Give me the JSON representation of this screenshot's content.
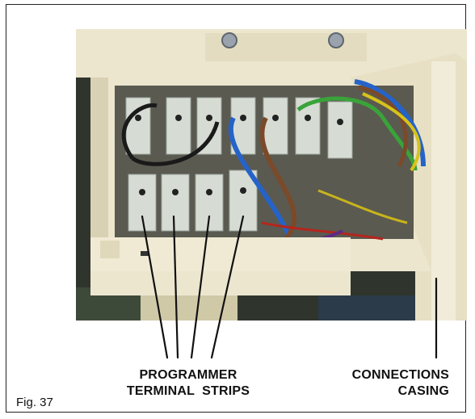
{
  "figure": {
    "caption": "Fig. 37"
  },
  "callouts": {
    "programmer_line1": "PROGRAMMER",
    "programmer_line2": "TERMINAL  STRIPS",
    "connections_line1": "CONNECTIONS",
    "connections_line2": "CASING"
  },
  "colors": {
    "casing": "#ece6cf",
    "casing_shadow": "#cfc6a6",
    "background_dark": "#2e332c",
    "wire_black": "#1a1a1a",
    "wire_blue": "#2563c9",
    "wire_brown": "#7a4a2a",
    "wire_green": "#3aa33a",
    "wire_yellow": "#d8c21a",
    "wire_red": "#b3261e",
    "wire_purple": "#5b2b86"
  }
}
